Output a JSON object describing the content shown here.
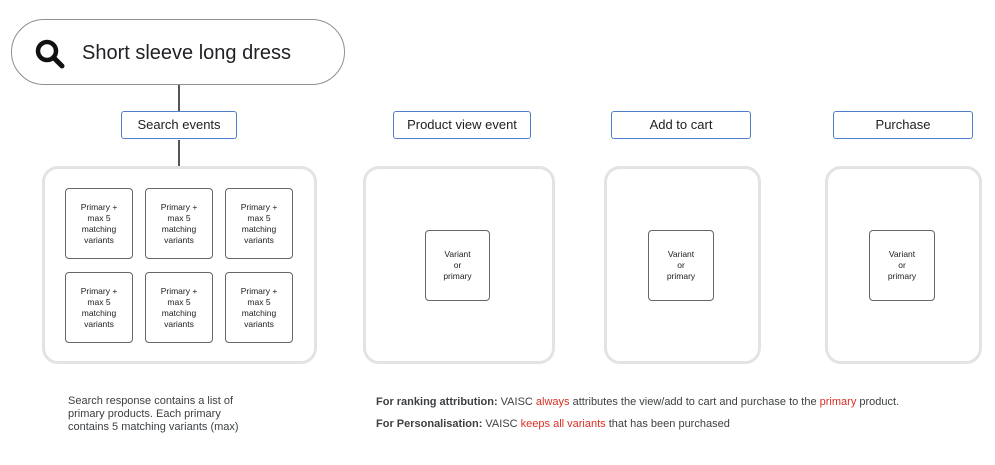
{
  "search": {
    "query": "Short sleeve long dress",
    "icon": "search-icon"
  },
  "stages": {
    "search_events": "Search events",
    "product_view": "Product view event",
    "add_to_cart": "Add to cart",
    "purchase": "Purchase"
  },
  "search_results": {
    "cards": [
      [
        "Primary +",
        "max 5",
        "matching",
        "variants"
      ],
      [
        "Primary +",
        "max 5",
        "matching",
        "variants"
      ],
      [
        "Primary +",
        "max 5",
        "matching",
        "variants"
      ],
      [
        "Primary +",
        "max 5",
        "matching",
        "variants"
      ],
      [
        "Primary +",
        "max 5",
        "matching",
        "variants"
      ],
      [
        "Primary +",
        "max 5",
        "matching",
        "variants"
      ]
    ]
  },
  "event_card": {
    "lines": [
      "Variant",
      "or",
      "primary"
    ]
  },
  "caption": {
    "line1": "Search response contains a list of",
    "line2": "primary products. Each primary",
    "line3": "contains 5 matching variants (max)"
  },
  "notes": {
    "ranking": {
      "label": "For ranking attribution:",
      "t1": " VAISC ",
      "h1": "always",
      "t2": " attributes the view/add to cart and purchase to the ",
      "h2": "primary",
      "t3": " product."
    },
    "personalisation": {
      "label": "For Personalisation:",
      "t1": " VAISC ",
      "h1": "keeps all variants",
      "t2": " that has been purchased"
    }
  },
  "colors": {
    "accent_border": "#4f7fc8",
    "highlight": "#d93025",
    "panel_border": "#e3e3e3"
  }
}
